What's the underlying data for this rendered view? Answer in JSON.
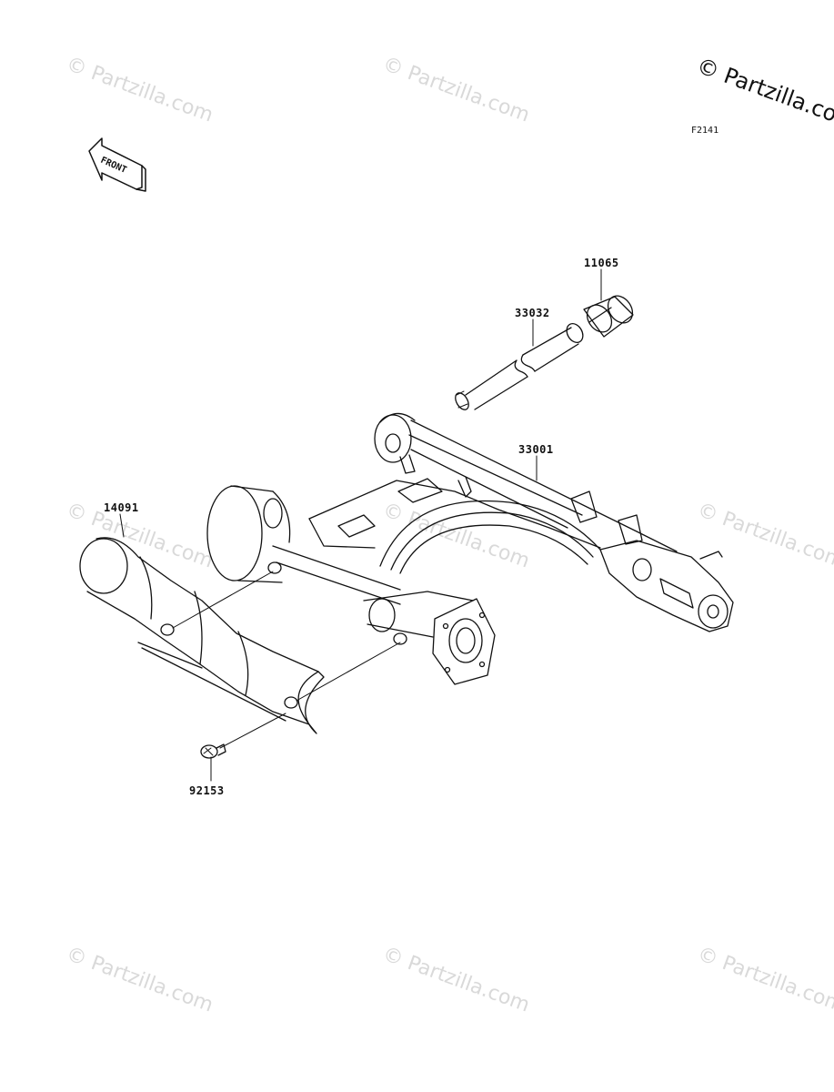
{
  "watermark": {
    "text": "© Partzilla.com",
    "corner_text": "© Partzilla.com"
  },
  "diagram_code": "F2141",
  "front_marker": "FRONT",
  "parts": [
    {
      "number": "11065"
    },
    {
      "number": "33032"
    },
    {
      "number": "33001"
    },
    {
      "number": "14091"
    },
    {
      "number": "92153"
    }
  ],
  "colors": {
    "line": "#111111",
    "watermark": "#d9d9d9"
  }
}
